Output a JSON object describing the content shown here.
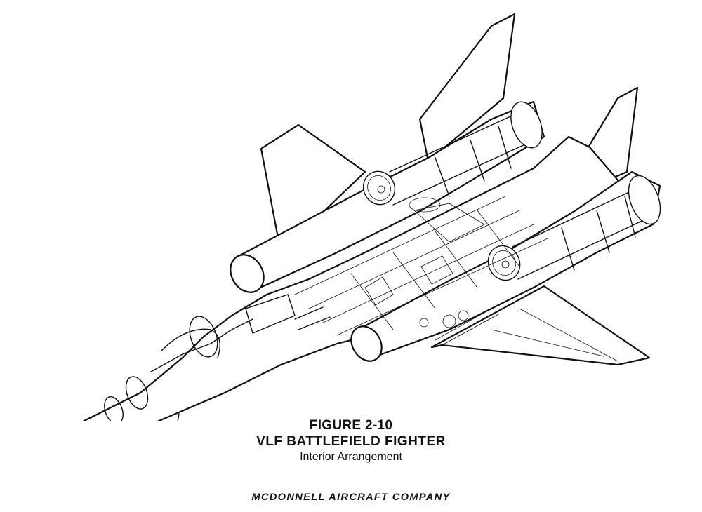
{
  "figure": {
    "number": "FIGURE 2-10",
    "title": "VLF BATTLEFIELD FIGHTER",
    "subtitle": "Interior Arrangement",
    "company": "MCDONNELL AIRCRAFT COMPANY"
  },
  "illustration": {
    "subject": "aircraft-cutaway",
    "line_color": "#111111",
    "background": "#ffffff"
  }
}
